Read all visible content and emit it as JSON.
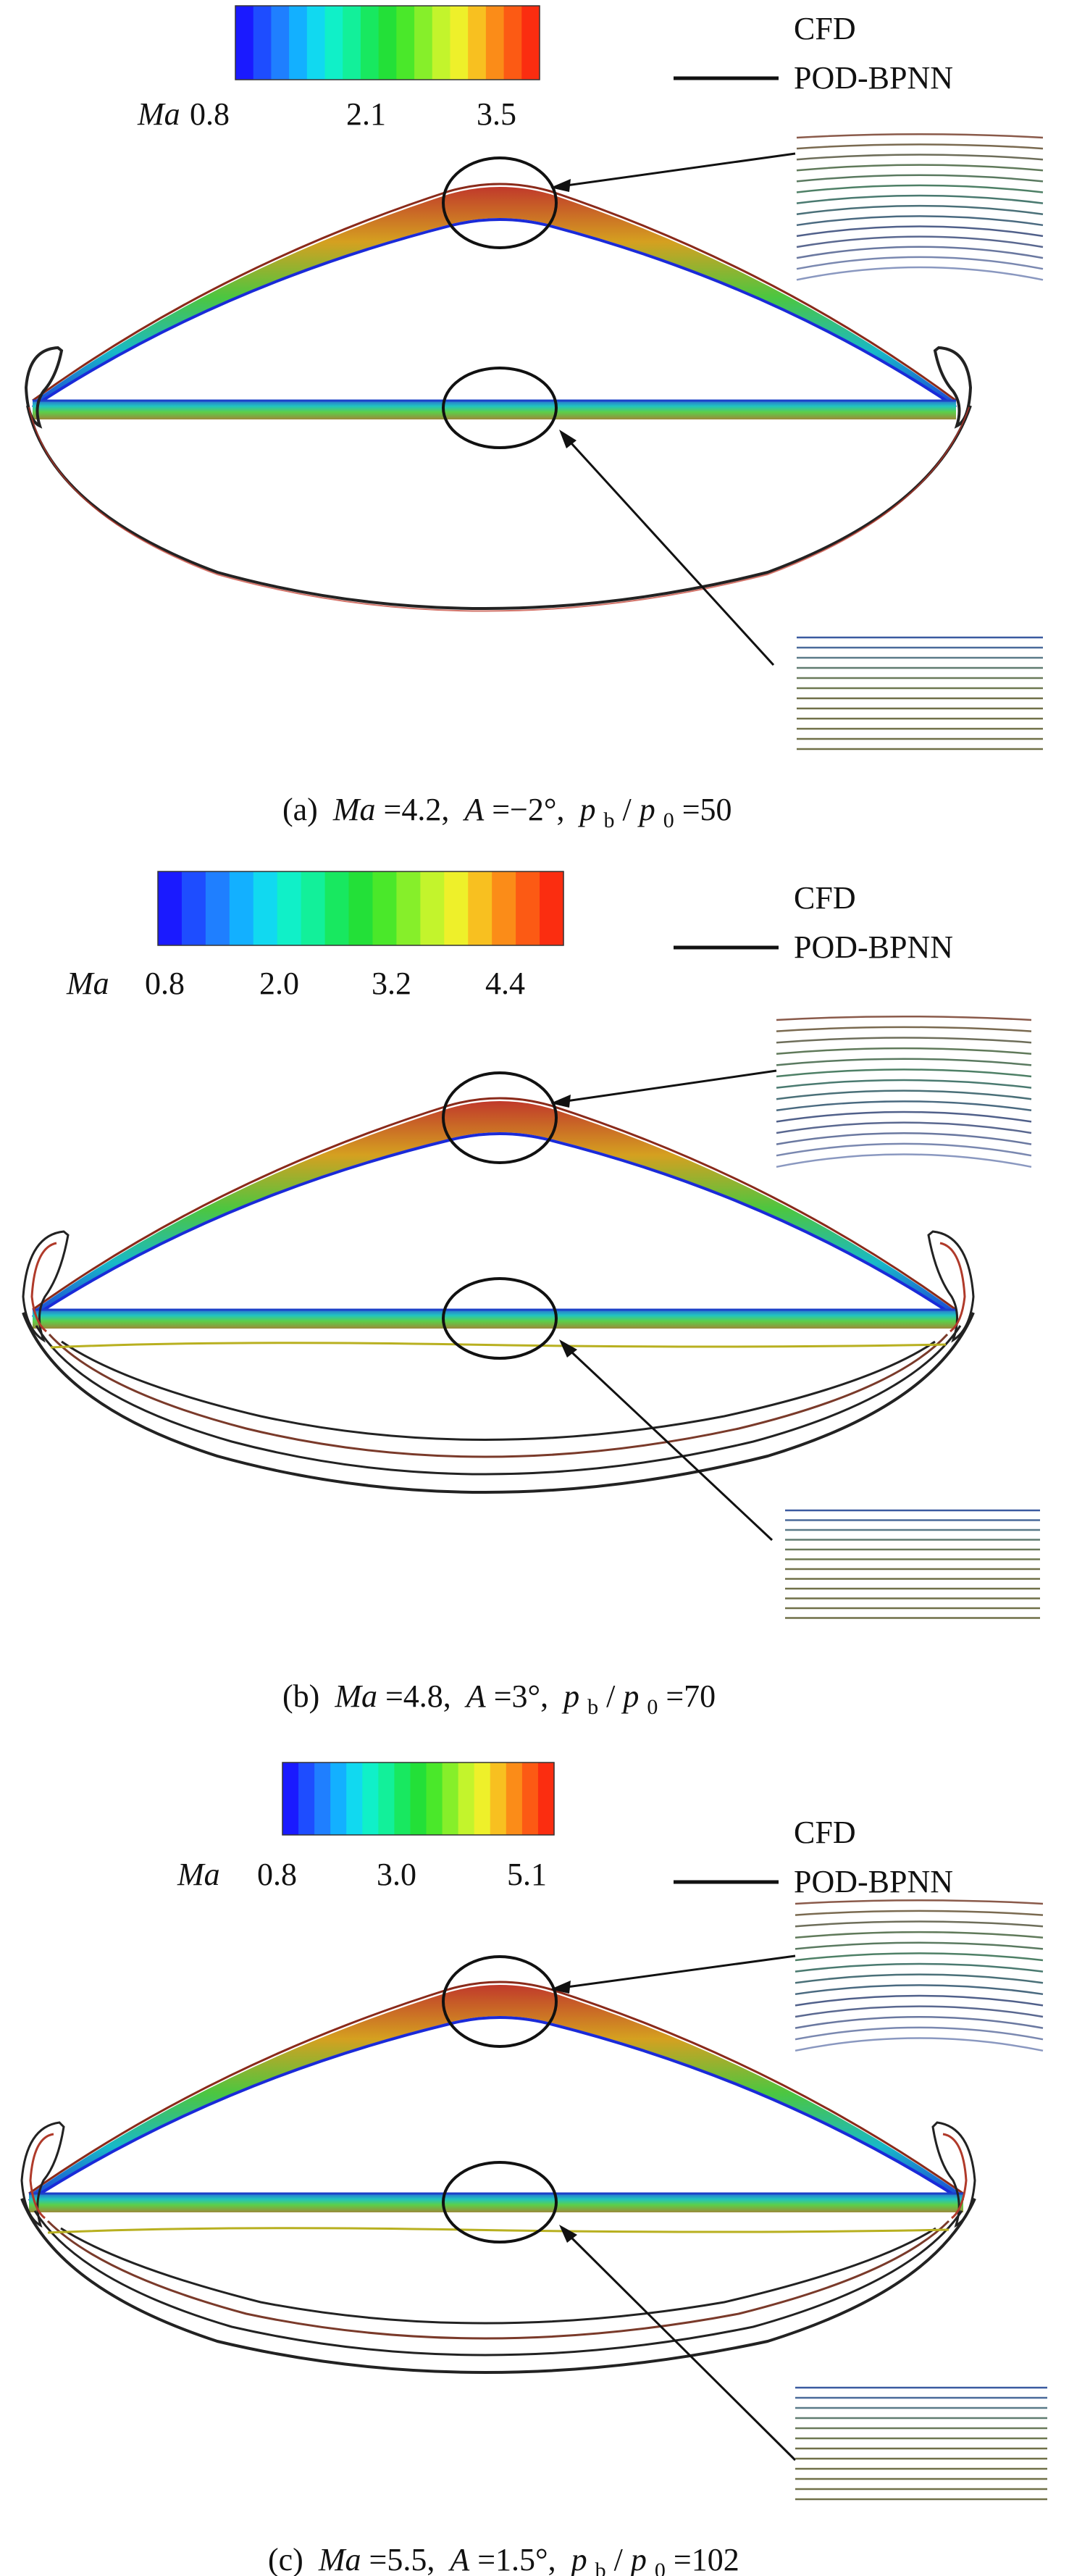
{
  "panels": [
    {
      "colorbar": {
        "symbol": "Ma",
        "ticks": [
          "0.8",
          "2.1",
          "3.5"
        ]
      },
      "caption": {
        "label": "(a)",
        "ma_sym": "Ma",
        "ma_val": "=4.2,",
        "a_sym": "A",
        "a_val": "=−2°,",
        "p": "p",
        "b": "b",
        "slash": "/",
        "zero": "0",
        "ratio_val": "=50"
      }
    },
    {
      "colorbar": {
        "symbol": "Ma",
        "ticks": [
          "0.8",
          "2.0",
          "3.2",
          "4.4"
        ]
      },
      "caption": {
        "label": "(b)",
        "ma_sym": "Ma",
        "ma_val": "=4.8,",
        "a_sym": "A",
        "a_val": "=3°,",
        "p": "p",
        "b": "b",
        "slash": "/",
        "zero": "0",
        "ratio_val": "=70"
      }
    },
    {
      "colorbar": {
        "symbol": "Ma",
        "ticks": [
          "0.8",
          "3.0",
          "5.1"
        ]
      },
      "caption": {
        "label": "(c)",
        "ma_sym": "Ma",
        "ma_val": "=5.5,",
        "a_sym": "A",
        "a_val": "=1.5°,",
        "p": "p",
        "b": "b",
        "slash": "/",
        "zero": "0",
        "ratio_val": "=102"
      }
    }
  ],
  "legend": {
    "cfd": "CFD",
    "pod": "POD-BPNN"
  },
  "colors": {
    "pod_line": "#111111",
    "cfd_gradient": [
      "#e8432a",
      "#f3a21a",
      "#2dbf6a",
      "#2a8fc4"
    ],
    "colormap": [
      "#1a1aff",
      "#1e4dff",
      "#1f7fff",
      "#13b0ff",
      "#11d9f0",
      "#10f0c8",
      "#12f09a",
      "#18e860",
      "#23e038",
      "#4ae82a",
      "#86ef2a",
      "#c3f42c",
      "#eef02a",
      "#f8c020",
      "#fb8c18",
      "#fc5a14",
      "#fb2d10"
    ]
  }
}
